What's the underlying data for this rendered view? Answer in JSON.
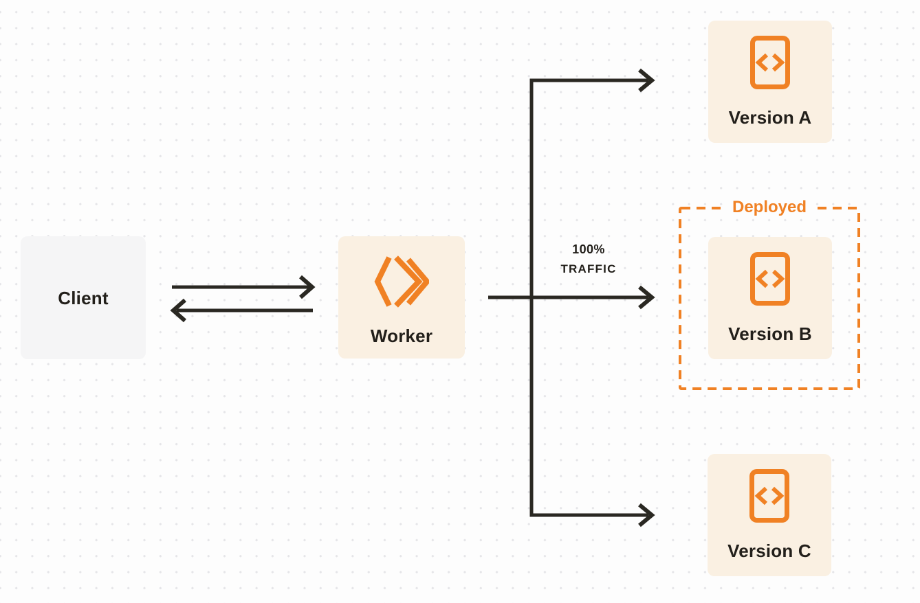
{
  "diagram": {
    "kind": "worker-versions-traffic-routing",
    "background": "#fdfdfd",
    "dot_grid_color": "#e5e5e8"
  },
  "colors": {
    "accent_orange": "#f08124",
    "node_cream_bg": "#faf0e2",
    "node_gray_bg": "#f5f5f6",
    "arrow_dark": "#2a2822",
    "text_dark": "#221f1a"
  },
  "nodes": {
    "client": {
      "label": "Client"
    },
    "worker": {
      "label": "Worker",
      "icon": "workers-logo-icon"
    },
    "version_a": {
      "label": "Version A",
      "icon": "code-file-icon"
    },
    "version_b": {
      "label": "Version B",
      "icon": "code-file-icon"
    },
    "version_c": {
      "label": "Version C",
      "icon": "code-file-icon"
    }
  },
  "annotations": {
    "deployed_label": "Deployed",
    "traffic_percent": "100%",
    "traffic_word": "TRAFFIC"
  },
  "edges": [
    {
      "from": "client",
      "to": "worker",
      "direction": "right"
    },
    {
      "from": "worker",
      "to": "client",
      "direction": "left"
    },
    {
      "from": "worker",
      "to": "version_a"
    },
    {
      "from": "worker",
      "to": "version_b",
      "label": "100% TRAFFIC"
    },
    {
      "from": "worker",
      "to": "version_c"
    }
  ]
}
